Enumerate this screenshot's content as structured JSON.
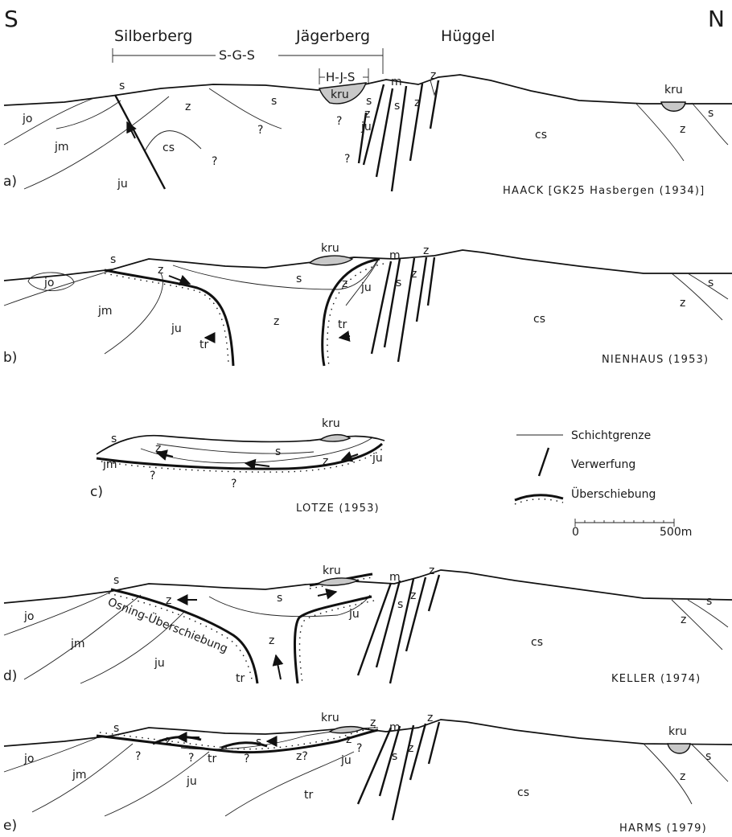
{
  "directions": {
    "south": "S",
    "north": "N"
  },
  "places": {
    "silberberg": "Silberberg",
    "jaegerberg": "Jägerberg",
    "hueggel": "Hüggel"
  },
  "brackets": {
    "sgs": "S-G-S",
    "hjs": "H-J-S"
  },
  "panels": [
    {
      "letter": "a)",
      "source": "HAACK [GK25 Hasbergen (1934)]"
    },
    {
      "letter": "b)",
      "source": "NIENHAUS (1953)"
    },
    {
      "letter": "c)",
      "source": "LOTZE (1953)"
    },
    {
      "letter": "d)",
      "source": "KELLER (1974)"
    },
    {
      "letter": "e)",
      "source": "HARMS (1979)"
    }
  ],
  "legend": {
    "bed_boundary": "Schichtgrenze",
    "fault": "Verwerfung",
    "thrust": "Überschiebung",
    "scale_zero": "0",
    "scale_end": "500m"
  },
  "unit_labels": {
    "jo": "jo",
    "jm": "jm",
    "ju": "ju",
    "z": "z",
    "s": "s",
    "cs": "cs",
    "kru": "kru",
    "m": "m",
    "tr": "tr",
    "q": "?",
    "zq": "z?",
    "osning": "Osning-Überschiebung"
  }
}
